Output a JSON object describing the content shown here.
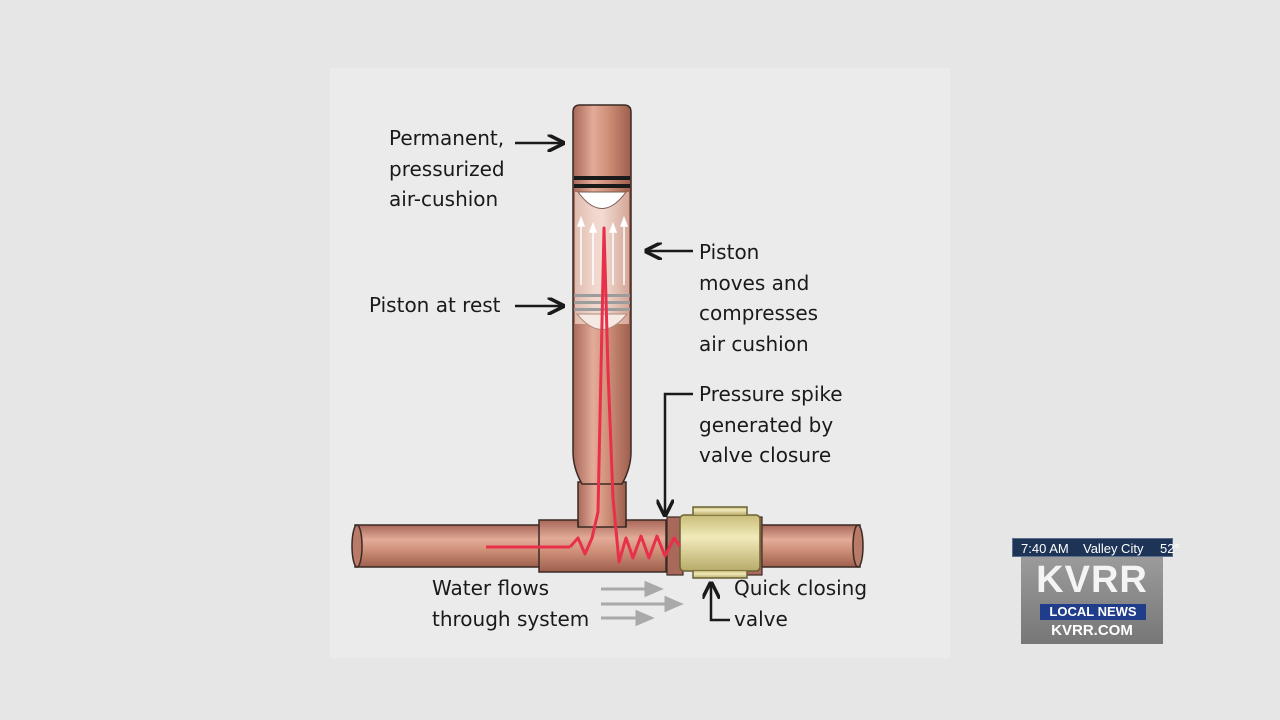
{
  "diagram": {
    "labels": {
      "air_cushion": [
        "Permanent,",
        "pressurized",
        "air-cushion"
      ],
      "piston_moves": [
        "Piston",
        "moves and",
        "compresses",
        "air cushion"
      ],
      "piston_rest": [
        "Piston at rest"
      ],
      "pressure_spike": [
        "Pressure spike",
        "generated by",
        "valve closure"
      ],
      "water_flows": [
        "Water flows",
        "through system"
      ],
      "quick_valve": [
        "Quick closing",
        "valve"
      ]
    },
    "colors": {
      "copper": "#c98c77",
      "copper_dark": "#9b5e4c",
      "brass": "#e0d79a",
      "pressure_wave": "#e8304a",
      "arrow": "#1a1a1a",
      "flow_arrow": "#a9a9a9"
    }
  },
  "bug": {
    "time": "7:40 AM",
    "city": "Valley City",
    "temp": "52°",
    "logo": "KVRR",
    "tag": "LOCAL NEWS",
    "site": "KVRR.COM"
  }
}
